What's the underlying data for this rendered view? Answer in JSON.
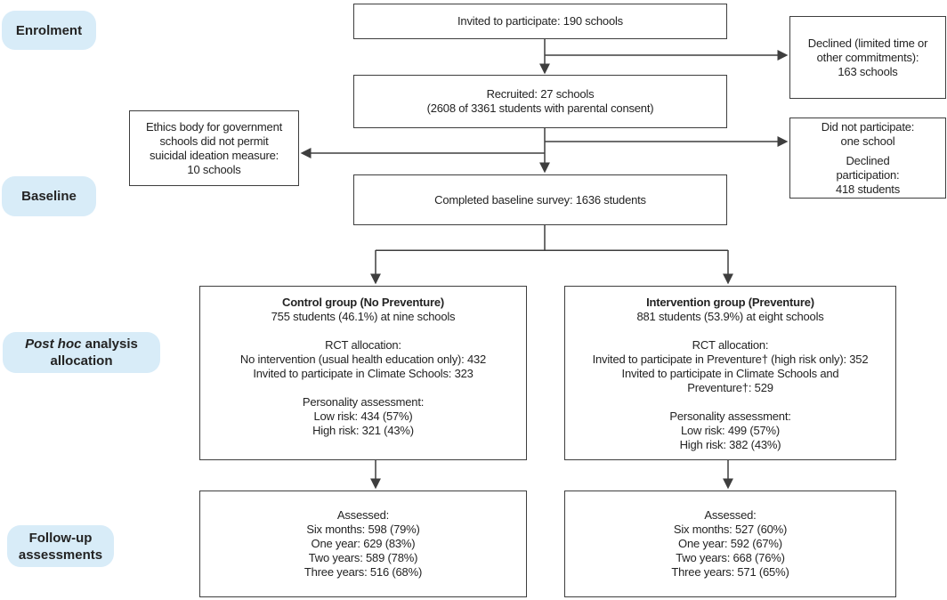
{
  "colors": {
    "pill_bg": "#d8ecf8",
    "box_border": "#3e3e3e",
    "connector_line": "#3e3e3e",
    "text": "#232323"
  },
  "stage_labels": {
    "enrolment": "Enrolment",
    "baseline": "Baseline",
    "post_hoc_italic": "Post hoc",
    "post_hoc_after": " analysis",
    "post_hoc_line2": "allocation",
    "follow_up_line1": "Follow-up",
    "follow_up_line2": "assessments"
  },
  "boxes": {
    "invited": {
      "line1": "Invited to participate: 190 schools"
    },
    "declined": {
      "line1": "Declined (limited time or",
      "line2": "other commitments):",
      "line3": "163 schools"
    },
    "recruited": {
      "line1": "Recruited: 27 schools",
      "line2": "(2608 of 3361 students with parental consent)"
    },
    "ethics": {
      "line1": "Ethics body for government",
      "line2": "schools did not permit",
      "line3": "suicidal ideation measure:",
      "line4": "10 schools"
    },
    "not_participate": {
      "p1_line1": "Did not participate:",
      "p1_line2": "one school",
      "p2_line1": "Declined",
      "p2_line2": "participation:",
      "p2_line3": "418 students"
    },
    "baseline_survey": {
      "line1": "Completed baseline survey: 1636 students"
    },
    "control": {
      "title": "Control group (No Preventure)",
      "subtitle": "755 students (46.1%) at nine schools",
      "rct_header": "RCT allocation:",
      "rct_line1": "No intervention (usual health education only): 432",
      "rct_line2": "Invited to participate in Climate Schools: 323",
      "pa_header": "Personality assessment:",
      "pa_line1": "Low risk: 434 (57%)",
      "pa_line2": "High risk: 321 (43%)"
    },
    "intervention": {
      "title": "Intervention group (Preventure)",
      "subtitle": "881 students (53.9%) at eight schools",
      "rct_header": "RCT allocation:",
      "rct_line1": "Invited to participate in Preventure† (high risk only): 352",
      "rct_line2": "Invited to participate in Climate Schools and",
      "rct_line3": "Preventure†: 529",
      "pa_header": "Personality assessment:",
      "pa_line1": "Low risk: 499 (57%)",
      "pa_line2": "High risk: 382 (43%)"
    },
    "control_assessed": {
      "header": "Assessed:",
      "line1": "Six months: 598 (79%)",
      "line2": "One year: 629 (83%)",
      "line3": "Two years: 589 (78%)",
      "line4": "Three years: 516 (68%)"
    },
    "intervention_assessed": {
      "header": "Assessed:",
      "line1": "Six months: 527 (60%)",
      "line2": "One year: 592 (67%)",
      "line3": "Two years: 668 (76%)",
      "line4": "Three years: 571 (65%)"
    }
  }
}
